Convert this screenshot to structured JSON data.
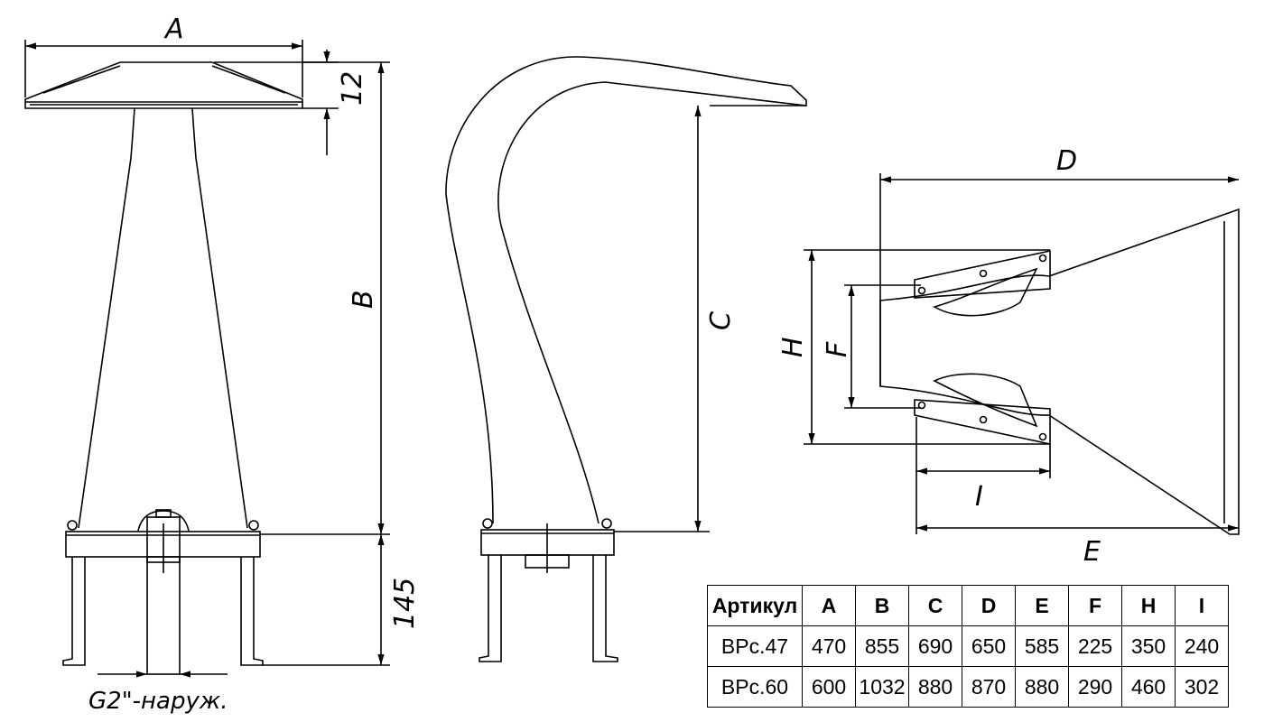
{
  "drawing": {
    "front_view": {
      "dim_width": "A",
      "dim_height": "B",
      "dim_lip": "12",
      "dim_leg": "145",
      "connection_note": "G2\"-наруж."
    },
    "side_view": {
      "dim_height": "C"
    },
    "top_view": {
      "dim_depth": "D",
      "dim_length": "E",
      "dim_outlet": "F",
      "dim_flange": "H",
      "dim_inlet": "I"
    }
  },
  "table": {
    "header": [
      "Артикул",
      "A",
      "B",
      "C",
      "D",
      "E",
      "F",
      "H",
      "I"
    ],
    "rows": [
      [
        "BPc.47",
        "470",
        "855",
        "690",
        "650",
        "585",
        "225",
        "350",
        "240"
      ],
      [
        "BPc.60",
        "600",
        "1032",
        "880",
        "870",
        "880",
        "290",
        "460",
        "302"
      ]
    ]
  }
}
